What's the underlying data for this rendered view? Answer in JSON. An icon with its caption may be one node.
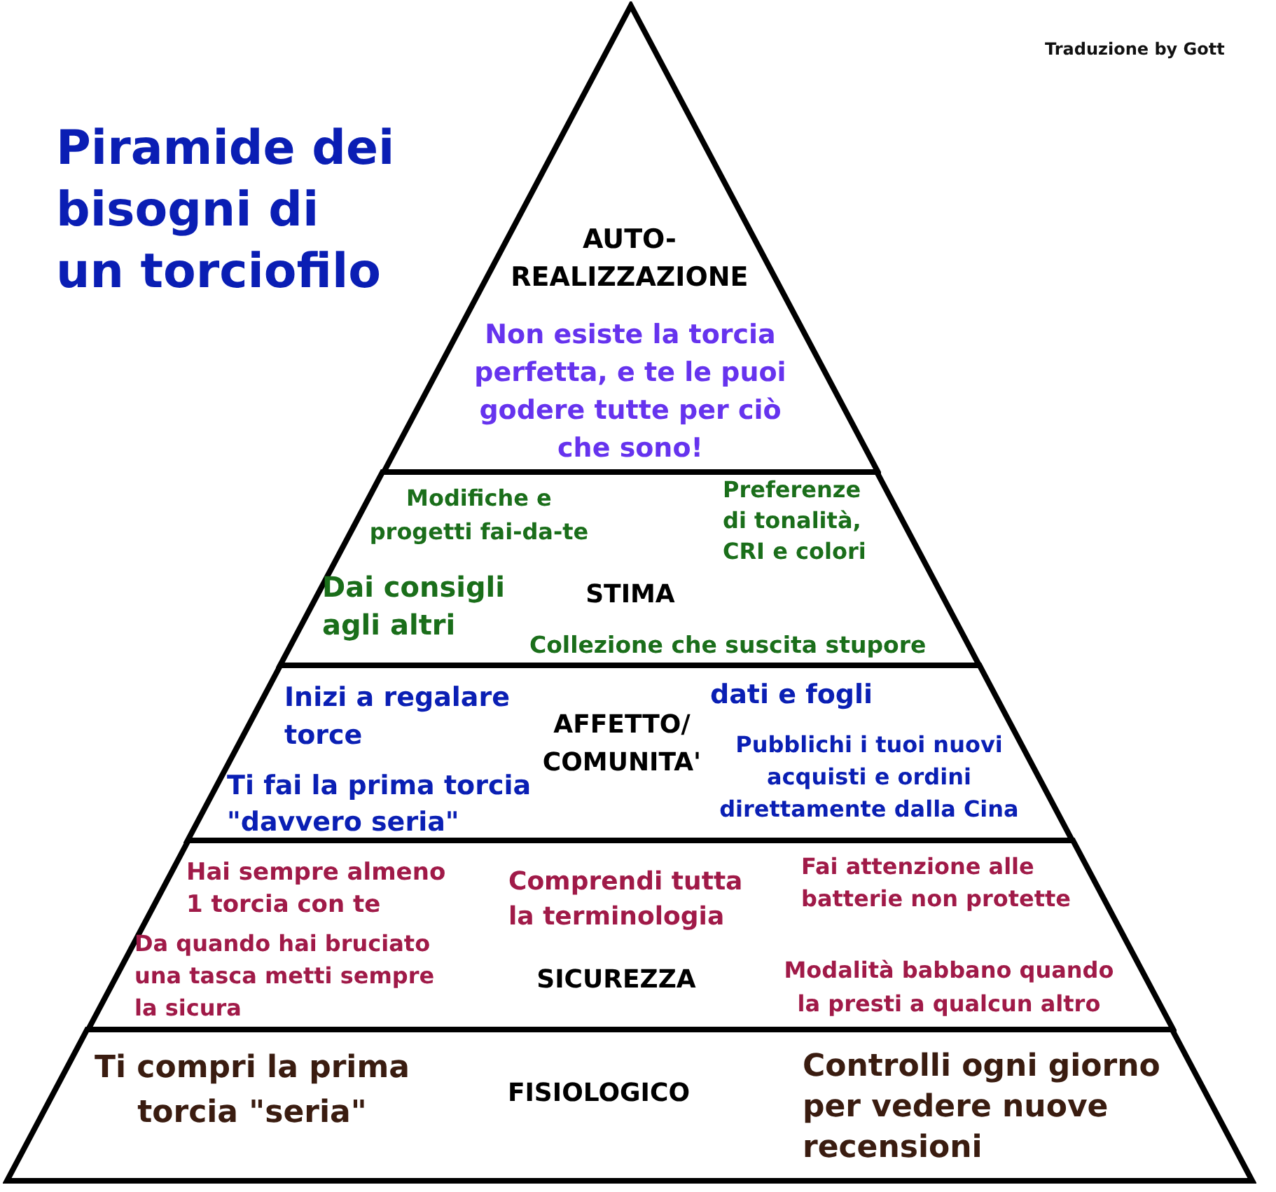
{
  "diagram": {
    "title": "Piramide dei bisogni di un torciofilo",
    "nodes": [
      {
        "text": [
          "AUTO- REALIZZAZIONE",
          "Non esiste la torcia perfetta, e te le puoi godere tutte per ciò che sono!"
        ]
      },
      {
        "text": [
          "Modifiche e progetti fai-da-te",
          "Preferenze di tonalità, CRI e colori",
          "Dai consigli agli altri",
          "STIMA",
          "Collezione che suscita stupore"
        ]
      },
      {
        "text": [
          "Inizi a regalare torce",
          "dati e fogli",
          "AFFETTO/ COMUNITA'",
          "Pubblichi i tuoi nuovi acquisti e ordini direttamente dalla Cina",
          "Ti fai la prima torcia \"davvero seria\""
        ]
      },
      {
        "text": [
          "Hai sempre almeno 1 torcia con te",
          "Comprendi tutta la terminologia",
          "Fai attenzione alle batterie non protette",
          "Da quando hai bruciato una tasca metti sempre la sicura",
          "SICUREZZA",
          "Modalità babbano quando la presti a qualcun altro"
        ]
      },
      {
        "text": [
          "Ti compri la prima torcia \"seria\"",
          "FISIOLOGICO",
          "Controlli ogni giorno per vedere nuove recensioni"
        ]
      }
    ],
    "labels": [
      "Traduzione by Gott"
    ]
  }
}
